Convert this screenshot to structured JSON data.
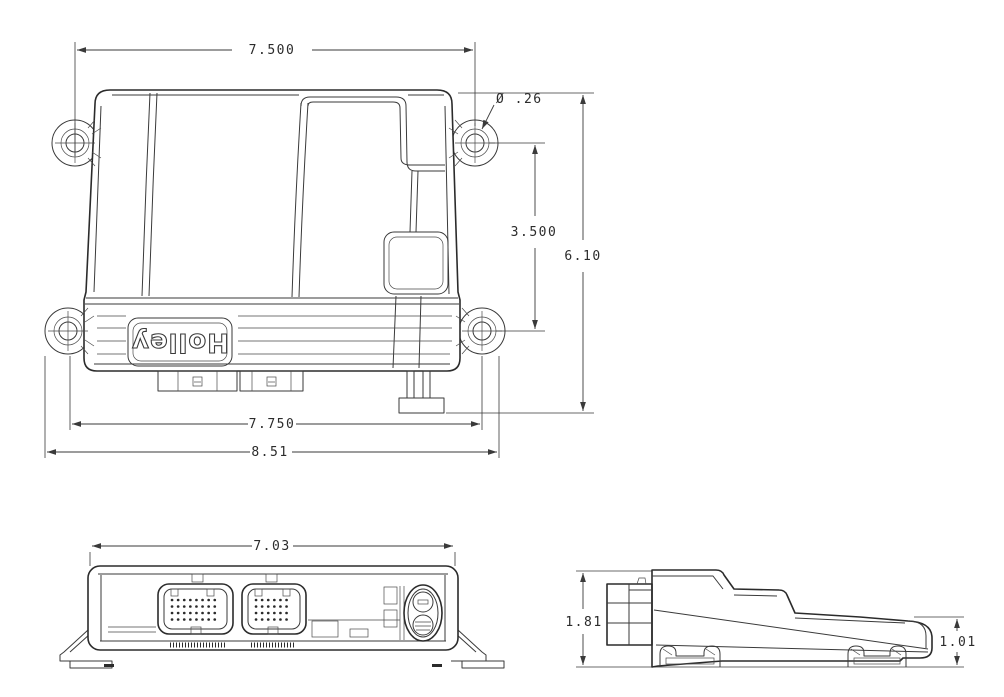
{
  "drawing": {
    "background_color": "#ffffff",
    "line_color": "#2b2b2b",
    "logo_text": "Holley",
    "views": {
      "top": {
        "dims": {
          "upper_hole_spacing": "7.500",
          "hole_diameter": "Ø .26",
          "vertical_hole_spacing": "3.500",
          "overall_depth": "6.10",
          "lower_hole_spacing": "7.750",
          "overall_width": "8.51"
        }
      },
      "front": {
        "dims": {
          "body_width": "7.03"
        }
      },
      "side": {
        "dims": {
          "front_height": "1.81",
          "rear_height": "1.01"
        }
      }
    }
  }
}
